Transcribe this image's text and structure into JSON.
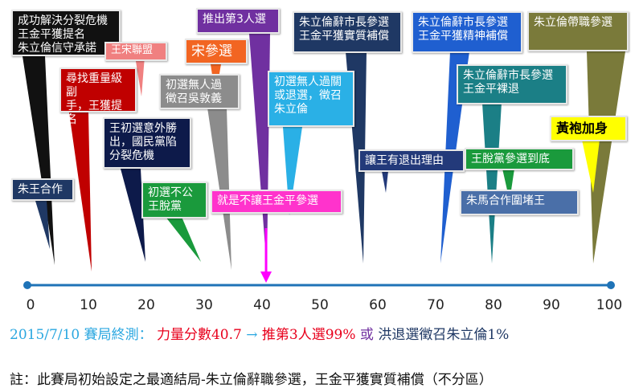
{
  "callouts": [
    {
      "id": "c1",
      "text": "成功解決分裂危機\n王金平獲提名\n朱立倫信守承諾",
      "bg": "#111111",
      "fg": "#ffffff"
    },
    {
      "id": "c2",
      "text": "朱王合作",
      "bg": "#1f3864",
      "fg": "#ffffff"
    },
    {
      "id": "c3",
      "text": "尋找重量級副\n手，王獲提名",
      "bg": "#c00000",
      "fg": "#ffffff"
    },
    {
      "id": "c4",
      "text": "王宋聯盟",
      "bg": "#f08080",
      "fg": "#ffffff"
    },
    {
      "id": "c5",
      "text": "王初選意外勝\n出，國民黨陷\n分裂危機",
      "bg": "#0d1a4a",
      "fg": "#ffffff"
    },
    {
      "id": "c6",
      "text": "初選不公\n王脫黨",
      "bg": "#1a9a3c",
      "fg": "#ffffff"
    },
    {
      "id": "c7",
      "text": "宋參選",
      "bg": "#f26522",
      "fg": "#ffffff"
    },
    {
      "id": "c8",
      "text": "初選無人過\n徵召吳敦義",
      "bg": "#8c8c8c",
      "fg": "#ffffff"
    },
    {
      "id": "c9",
      "text": "推出第3人選",
      "bg": "#7030a0",
      "fg": "#ffffff"
    },
    {
      "id": "c10",
      "text": "就是不讓王金平參選",
      "bg": "#ff33cc",
      "fg": "#ffffff"
    },
    {
      "id": "c11",
      "text": "初選無人過關\n或退選，徵召\n朱立倫",
      "bg": "#2ab0e6",
      "fg": "#ffffff"
    },
    {
      "id": "c12",
      "text": "朱立倫辭市長參選\n王金平獲實質補償",
      "bg": "#1f3864",
      "fg": "#ffffff"
    },
    {
      "id": "c13",
      "text": "讓王有退出理由",
      "bg": "#233a7a",
      "fg": "#ffffff"
    },
    {
      "id": "c14",
      "text": "朱立倫辭市長參選\n王金平獲精神補償",
      "bg": "#1f5fd0",
      "fg": "#ffffff"
    },
    {
      "id": "c15",
      "text": "朱立倫辭市長參選\n王金平裸退",
      "bg": "#1b7f86",
      "fg": "#ffffff"
    },
    {
      "id": "c16",
      "text": "王脫黨參選到底",
      "bg": "#1a9a3c",
      "fg": "#ffffff"
    },
    {
      "id": "c17",
      "text": "朱馬合作圍堵王",
      "bg": "#4a6fa8",
      "fg": "#ffffff"
    },
    {
      "id": "c18",
      "text": "朱立倫帶職參選",
      "bg": "#7a7a3a",
      "fg": "#ffffff"
    },
    {
      "id": "c19",
      "text": "黃袍加身",
      "bg": "#ffff00",
      "fg": "#000000"
    }
  ],
  "axis": {
    "ticks": [
      "0",
      "10",
      "20",
      "30",
      "40",
      "50",
      "60",
      "70",
      "80",
      "90",
      "100"
    ],
    "min": 0,
    "max": 100,
    "marker_value": 40.7,
    "line_color": "#1f73b7",
    "marker_color": "#ff00ff"
  },
  "result": {
    "date": "2015/7/10",
    "label": "賽局終測：",
    "score": "力量分數40.7",
    "arrow": "→",
    "outcome1": "推第3人選99%",
    "or_word": "或",
    "outcome2": "洪退選徵召朱立倫1%",
    "blue": "#2aa7e0",
    "red": "#e8001c",
    "purple": "#7030a0",
    "dark": "#1f3864"
  },
  "note": "註：此賽局初始設定之最適結局-朱立倫辭職參選，王金平獲實質補償（不分區）"
}
